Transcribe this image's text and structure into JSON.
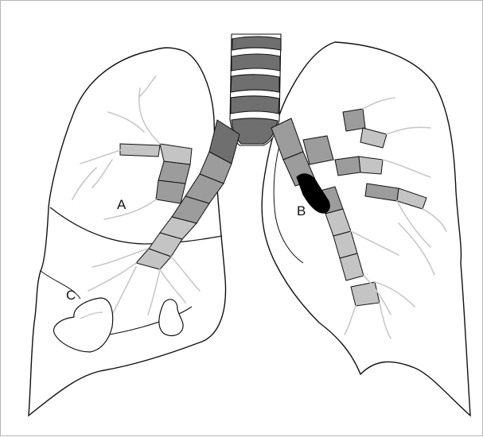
{
  "labels": {
    "a": "A",
    "b": "B",
    "c": "C"
  },
  "colors": {
    "outline": "#111111",
    "trachea": "#6f6f6f",
    "bronchus_mid": "#9c9c9c",
    "bronchus_light": "#c4c4c4",
    "branch_faint": "#d4d4d4",
    "obstruction": "#000000",
    "background": "#ffffff"
  }
}
